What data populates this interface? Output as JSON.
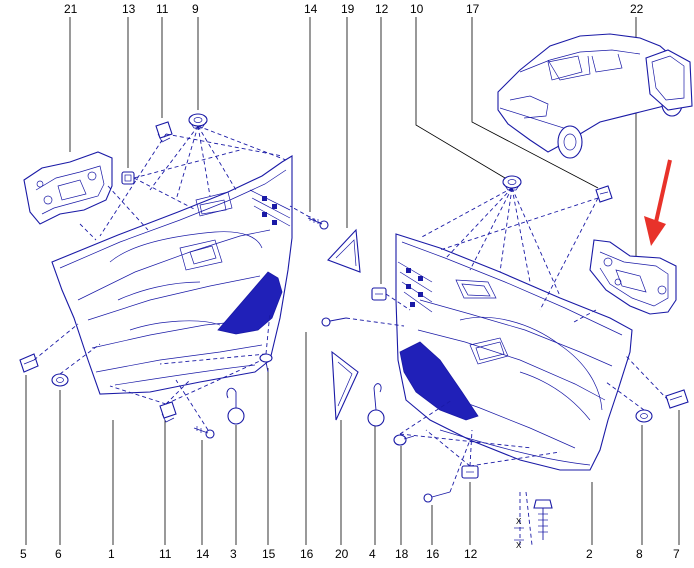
{
  "diagram": {
    "callouts_top": [
      "21",
      "13",
      "11",
      "9",
      "14",
      "19",
      "12",
      "10",
      "17",
      "22"
    ],
    "callouts_bottom": [
      "5",
      "6",
      "1",
      "11",
      "14",
      "3",
      "15",
      "16",
      "20",
      "4",
      "18",
      "16",
      "12",
      "2",
      "8",
      "7"
    ],
    "axis_marks": [
      "X",
      "X"
    ]
  },
  "colors": {
    "line": "#1a1aa6",
    "fill": "#2020b8",
    "arrow": "#e8322a",
    "text": "#000000"
  }
}
